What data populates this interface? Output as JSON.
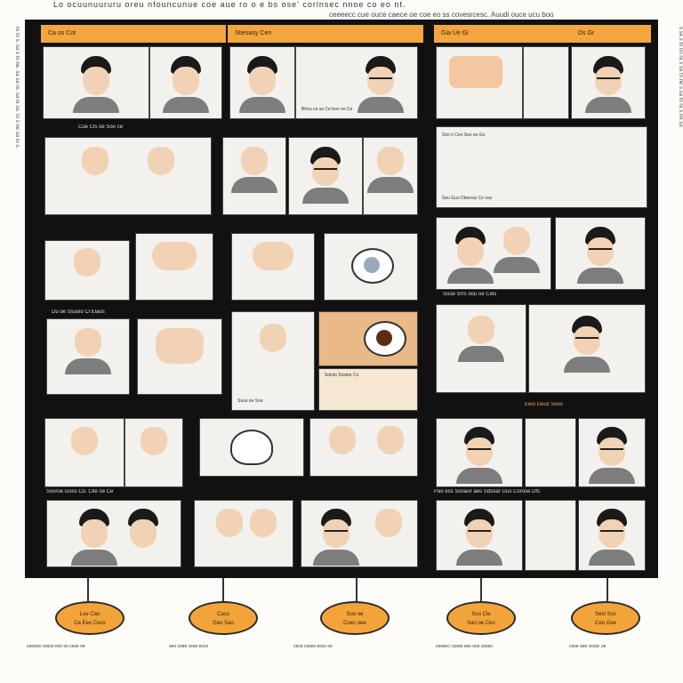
{
  "header": {
    "line1": "Lo ocuunuururu oreu nfouncunue coe aue ro o e bs ose' corlnsec nnoe co eo nt.",
    "line2": "ceeeecc cue ouce caece oe coe eo ss covesrcesc. Auudi ouce ucu boo"
  },
  "sidebars": {
    "left": "re to s. sa s to ne. sa sa re. sa le se. to s ne sa to s.",
    "right": "s se s to no re s sa to ne s sa to re s ne sa"
  },
  "bars": {
    "b1": "Ca os Cot",
    "b2": "Stiesasy Cen",
    "b3": "Gia Ue Gi",
    "b4": "Ds Gr"
  },
  "captions": {
    "c1": "Bhou ce as Ce boo oo Ce",
    "c2": "Cue Cls oe Soo ce",
    "c3": "Stoi o Ceo Ses oo Go",
    "c4": "Seu Guo Dbeesis Ce oso",
    "c5": "Sooe Srrs oou oe Cels",
    "c6": "Du oe  Ssuslo Cl Elaos",
    "c7": "Ssou oe Soe",
    "c8": "Soiolo Sosiee Co",
    "c9": "Eelo Deus Seos",
    "c10": "Svuroe Goss Co. Cile oe Ce",
    "c11": "Pao ess Suraiur aes Sdsoar Gus Corose Dfs"
  },
  "bubbles": [
    {
      "l1": "Loe Cao",
      "l2": "Ce Eeo Cess"
    },
    {
      "l1": "Caso",
      "l2": "Geu Sao"
    },
    {
      "l1": "Suo oe",
      "l2": "Coes oee"
    },
    {
      "l1": "Soo Cle",
      "l2": "Sao oe Ceo"
    },
    {
      "l1": "Seoi Sos",
      "l2": "Ceo Gee"
    }
  ],
  "footer": {
    "f1": "ceesoe cesso ece so cese oe",
    "f2": "seo coee cese ecce",
    "f3": "cece csseo esco oe",
    "f4": "ceseec cssoe oes ooe cesso",
    "f5": "cese oee cessc oe"
  },
  "colors": {
    "accent": "#f3a640",
    "board": "#111111"
  }
}
